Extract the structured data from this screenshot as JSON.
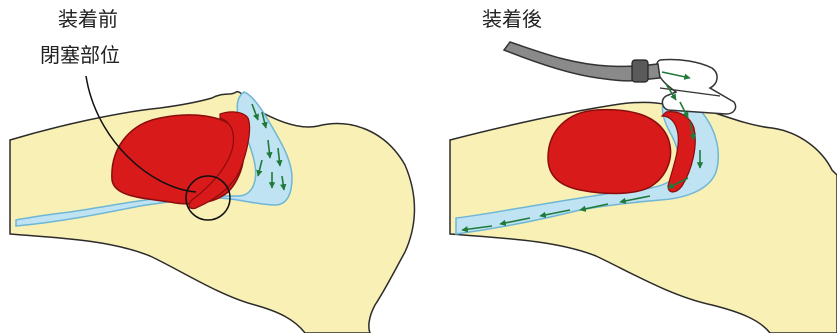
{
  "labels": {
    "before": "装着前",
    "obstruction_site": "閉塞部位",
    "after": "装着後"
  },
  "colors": {
    "skin": "#f8f0b4",
    "skin_outline": "#2b2b2b",
    "airway": "#bfe3f2",
    "airway_outline": "#6fb6d6",
    "tissue": "#d81a1a",
    "tissue_dark": "#b01212",
    "airflow_arrow": "#1f7a3a",
    "hose": "#8a8a8a",
    "hose_outline": "#333333"
  },
  "panels": [
    {
      "name": "before-panel",
      "airflow": "blocked"
    },
    {
      "name": "after-panel",
      "airflow": "open"
    }
  ]
}
